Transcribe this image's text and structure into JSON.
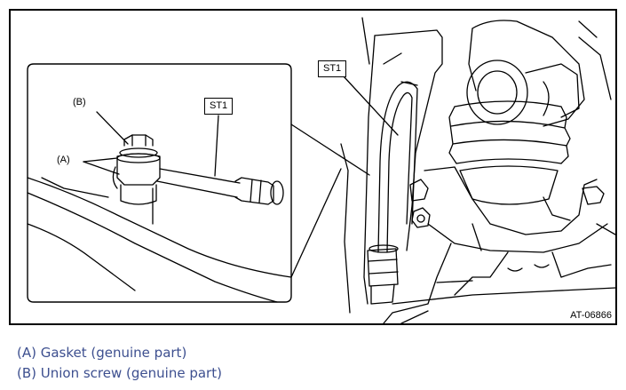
{
  "figure": {
    "figure_id": "AT-06866",
    "callouts": {
      "b": "(B)",
      "a": "(A)",
      "st1_detail": "ST1",
      "st1_main": "ST1"
    }
  },
  "legend": [
    "(A) Gasket (genuine part)",
    "(B) Union screw (genuine part)"
  ]
}
